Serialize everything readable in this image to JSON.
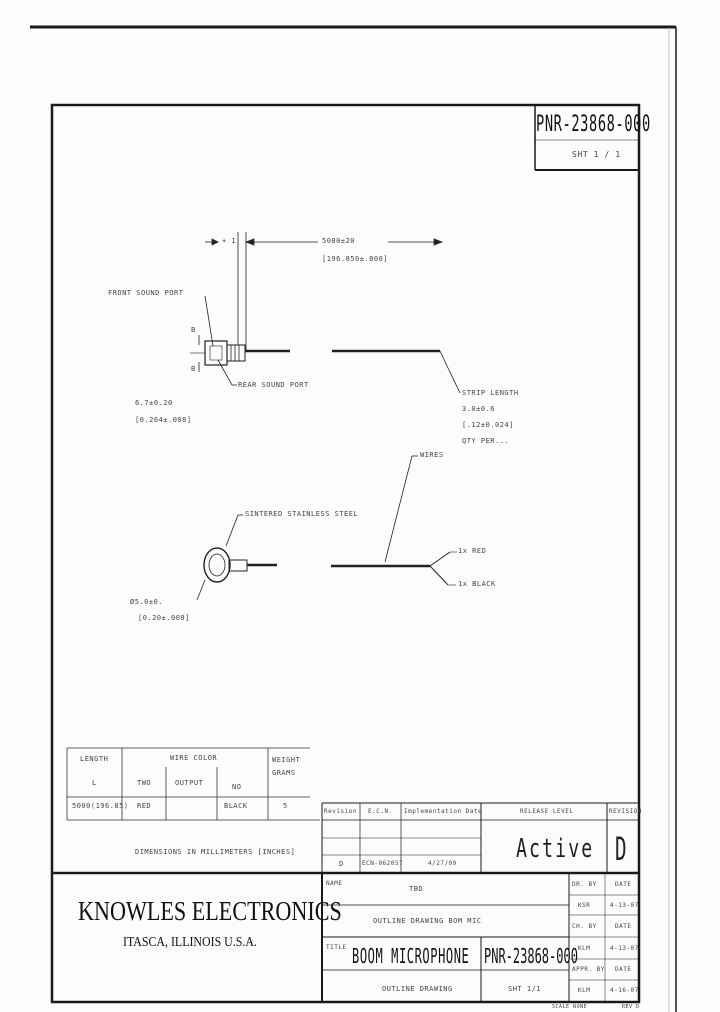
{
  "part_number_box": {
    "part_number": "PNR-23868-000",
    "sheet": "SHT 1 / 1"
  },
  "dimensions": {
    "tolerance_top": "+ 1",
    "length_mm": "5000±20",
    "length_in": "[196.850±.800]",
    "diameter_mm": "6.7±0.20",
    "diameter_in": "[0.264±.008]",
    "strip_length": [
      "STRIP LENGTH",
      "3.0±0.6",
      "[.12±0.024]",
      "QTY PER..."
    ],
    "ring_dia_mm": "Ø5.0±0.",
    "ring_dia_in": "[0.20±.008]"
  },
  "labels": {
    "front_sound_port": "FRONT SOUND PORT",
    "rear_sound_port": "REAR SOUND PORT",
    "sintered_steel": "SINTERED STAINLESS STEEL",
    "wires": "WIRES",
    "wire_red": "1x RED",
    "wire_black": "1x BLACK",
    "marker_b_top": "B",
    "marker_b_bottom": "B"
  },
  "spec_table": {
    "headers": [
      "LENGTH",
      "WIRE COLOR",
      "WEIGHT GRAMS"
    ],
    "subheaders": [
      "L",
      "TWO",
      "OUTPUT",
      "NO",
      ""
    ],
    "row": [
      "5000(196.85)",
      "RED",
      "",
      "BLACK",
      "5"
    ]
  },
  "revision_block": {
    "headers": [
      "Revision",
      "E.C.N.",
      "Implementation Date",
      "RELEASE LEVEL",
      "REVISION"
    ],
    "row": [
      "D",
      "ECN-062057",
      "4/27/09"
    ],
    "release_level": "Active",
    "revision_letter": "D"
  },
  "note": "DIMENSIONS IN MILLIMETERS [INCHES]",
  "company": {
    "name": "KNOWLES ELECTRONICS",
    "location": "ITASCA, ILLINOIS U.S.A."
  },
  "title_block": {
    "name_label": "NAME",
    "name_value": "TBD",
    "drawing_type": "OUTLINE DRAWING BOM MIC",
    "title_label": "TITLE",
    "title": "BOOM MICROPHONE",
    "part_number": "PNR-23868-000",
    "subtitle": "OUTLINE DRAWING",
    "sheet": "SHT 1/1",
    "right_rows": [
      [
        "DR. BY",
        "DATE"
      ],
      [
        "KSR",
        "4-13-07"
      ],
      [
        "CH. BY",
        "DATE"
      ],
      [
        "KLM",
        "4-13-07"
      ],
      [
        "APPR. BY",
        "DATE"
      ],
      [
        "KLM",
        "4-16-07"
      ]
    ],
    "footer_scale": "SCALE NONE",
    "footer_rev": "REV D"
  }
}
